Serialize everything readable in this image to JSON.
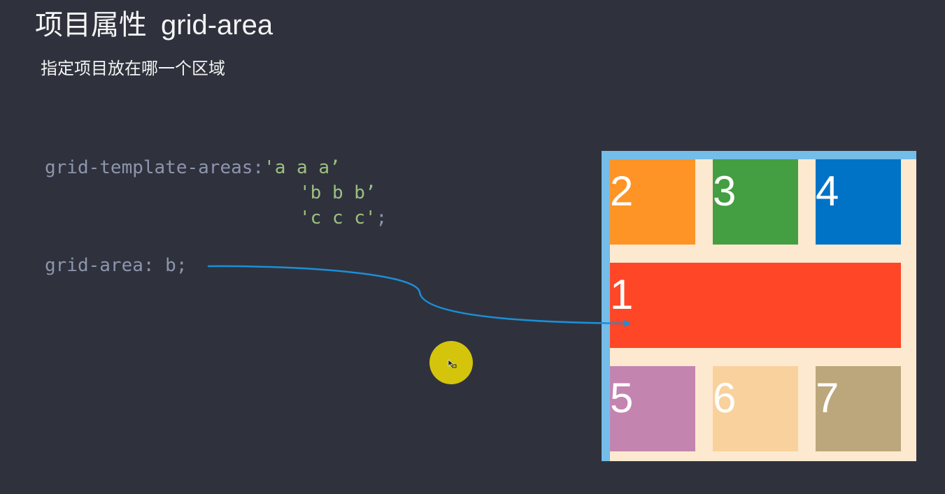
{
  "heading": {
    "title_zh": "项目属性",
    "title_en": "grid-area",
    "subtitle": "指定项目放在哪一个区域"
  },
  "code": {
    "template_prop": "grid-template-areas:",
    "template_row1": "'a a a’",
    "template_row2": "'b b b’",
    "template_row3": "'c c c'",
    "template_end": ";",
    "area_prop": "grid-area: b",
    "area_end": ";"
  },
  "grid": {
    "border_color": "#74bde9",
    "background_color": "#fde9cf",
    "cells": [
      {
        "label": "2",
        "color": "#fe9426"
      },
      {
        "label": "3",
        "color": "#449e42"
      },
      {
        "label": "4",
        "color": "#0073c7"
      },
      {
        "label": "1",
        "color": "#ff4627"
      },
      {
        "label": "5",
        "color": "#c484b0"
      },
      {
        "label": "6",
        "color": "#f9d19c"
      },
      {
        "label": "7",
        "color": "#bca67b"
      }
    ]
  },
  "connector": {
    "color": "#1b8fd8"
  },
  "cursor": {
    "highlight_color": "#d4c50c"
  }
}
